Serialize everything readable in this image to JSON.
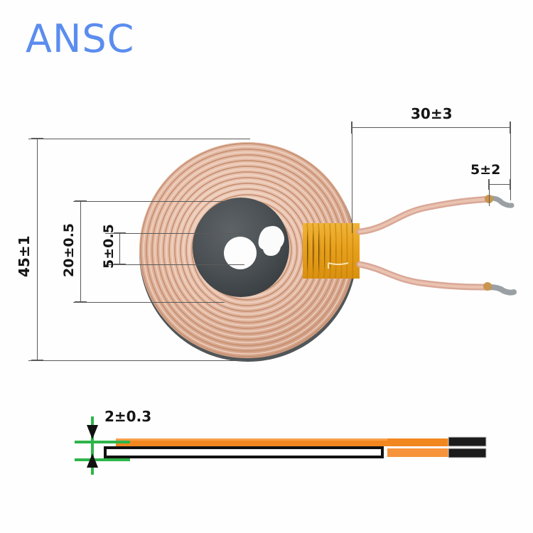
{
  "brand": {
    "name": "ANSC",
    "color": "#5b8def"
  },
  "drawing": {
    "title": "wireless charging receiver coil technical drawing",
    "dimensions": {
      "outer_diameter": "45±1",
      "ferrite_diameter": "20±0.5",
      "center_hole": "5±0.5",
      "lead_length": "30±3",
      "lead_tip_length": "5±2",
      "thickness": "2±0.3"
    }
  },
  "colors": {
    "copper_light": "#e9c4b0",
    "copper_dark": "#c99074",
    "ferrite": "#4a4f52",
    "tape_orange": "#e8a020",
    "section_orange": "#f2871f",
    "green": "#2fb44a",
    "dim_line": "#5a5a5a",
    "lead_wire": "#d9a897",
    "tinned_tip": "#9aa0a3"
  },
  "parts": {
    "coil": "copper-litz-winding",
    "ferrite_disc": "ferrite-shield-disc",
    "center_hole": "center-mounting-hole",
    "alignment_magnet_cutout": "magnet-cutout",
    "tape": "polyimide-tape-strip",
    "lead_positive": "lead-wire-upper",
    "lead_negative": "lead-wire-lower",
    "section_top_layer": "tape-layer",
    "section_body_layer": "coil-body-layer",
    "section_terminal": "terminal-tip"
  }
}
